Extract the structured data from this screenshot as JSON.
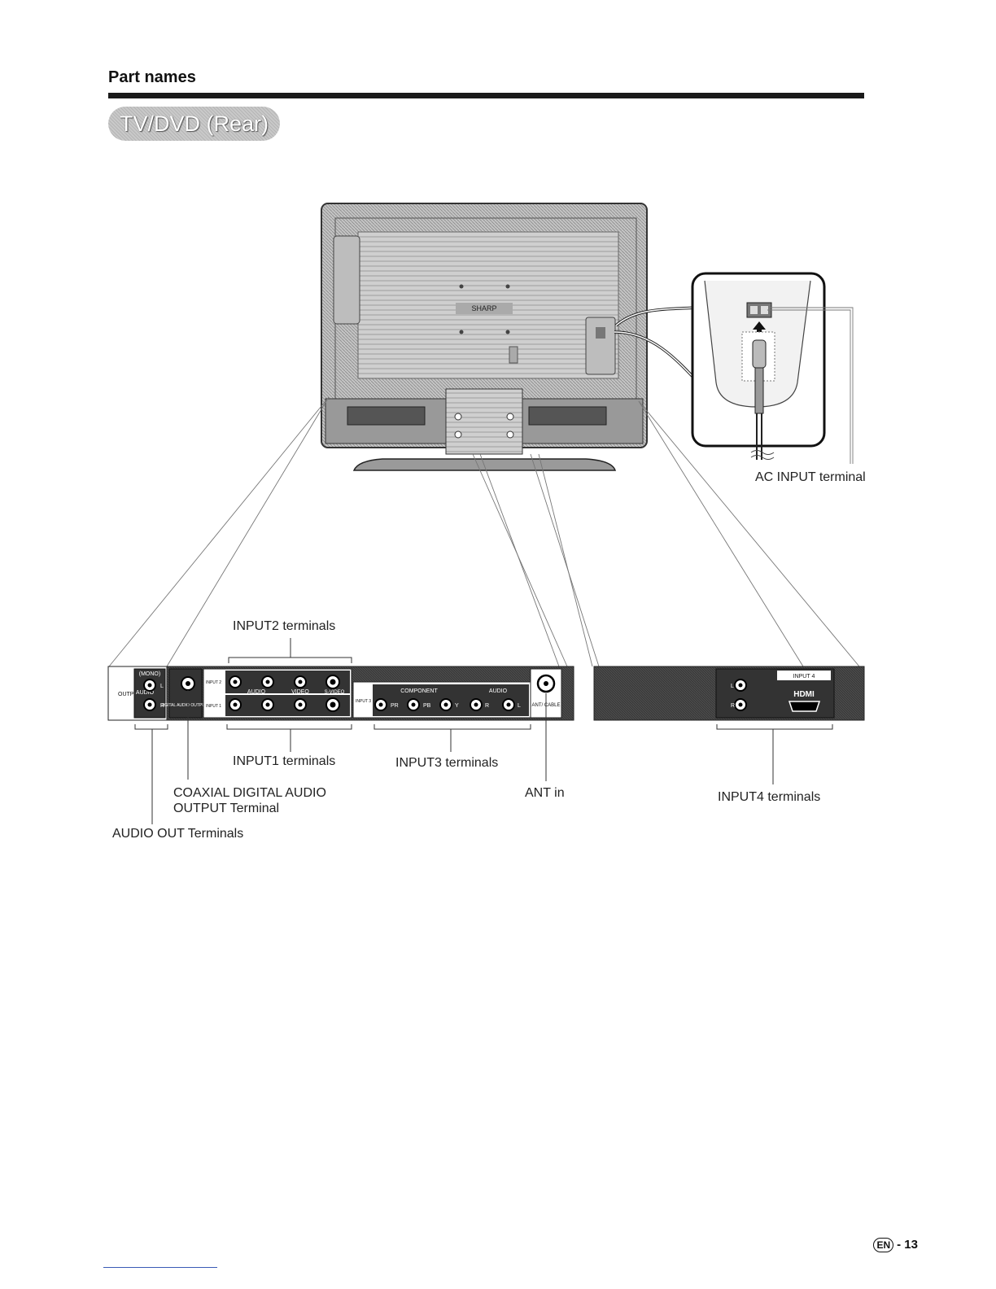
{
  "header": {
    "section_title": "Part names",
    "pill_title": "TV/DVD (Rear)"
  },
  "tv": {
    "brand": "SHARP"
  },
  "callouts": {
    "ac_input": "AC INPUT terminal",
    "input2": "INPUT2 terminals",
    "input1": "INPUT1 terminals",
    "input3": "INPUT3 terminals",
    "input4": "INPUT4 terminals",
    "ant_in": "ANT in",
    "coaxial_line1": "COAXIAL DIGITAL AUDIO",
    "coaxial_line2": "OUTPUT Terminal",
    "audio_out": "AUDIO OUT Terminals"
  },
  "panel_labels": {
    "output": "OUTPUT",
    "mono": "(MONO)",
    "audio": "AUDIO",
    "L": "L",
    "R": "R",
    "digital_audio_output": "DIGITAL AUDIO OUTPUT",
    "input2": "INPUT 2",
    "input1": "INPUT 1",
    "video": "VIDEO",
    "s_video": "S-VIDEO",
    "input3": "INPUT 3",
    "component": "COMPONENT",
    "pr": "PR",
    "pb": "PB",
    "y": "Y",
    "ant_cable": "ANT/ CABLE",
    "input4": "INPUT 4",
    "hdmi": "HDMI"
  },
  "footer": {
    "lang_badge": "EN",
    "page_number": "- 13"
  }
}
